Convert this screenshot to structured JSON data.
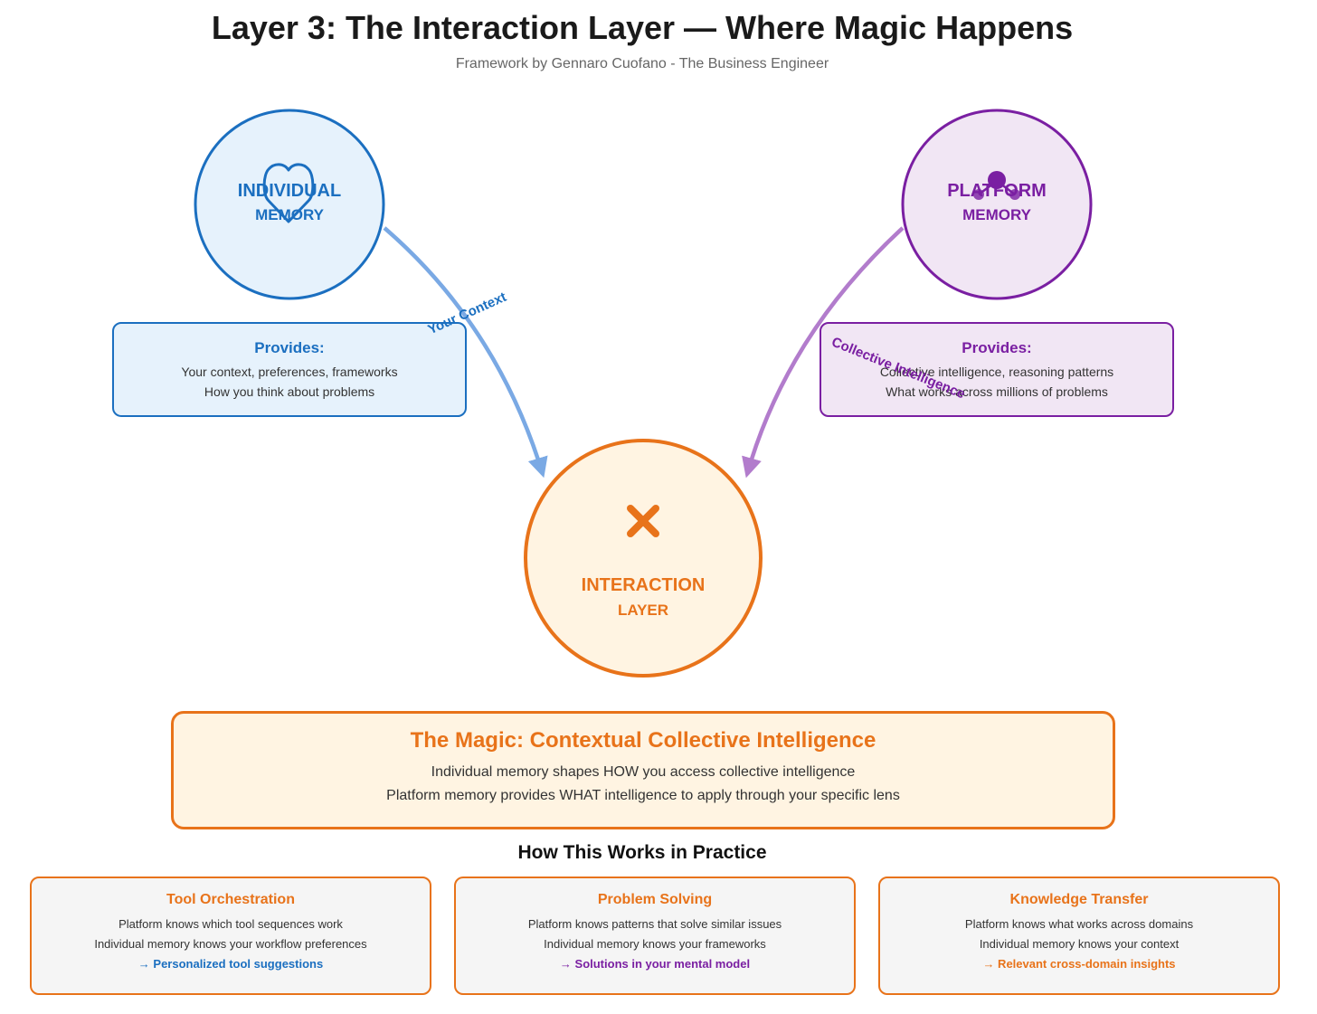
{
  "title": "Layer 3: The Interaction Layer — Where Magic Happens",
  "subtitle": "Framework by Gennaro Cuofano - The Business Engineer",
  "colors": {
    "blue": "#1b6fc0",
    "blue_fill": "#e6f2fc",
    "blue_arrow": "#7aa9e4",
    "purple": "#7a1fa2",
    "purple_fill": "#f1e6f4",
    "purple_arrow": "#b27ccc",
    "orange": "#e8731a",
    "orange_fill": "#fff4e2"
  },
  "individual": {
    "label_line1": "INDIVIDUAL",
    "label_line2": "MEMORY",
    "icon": "heart-icon",
    "provides_heading": "Provides:",
    "provides_lines": [
      "Your context, preferences, frameworks",
      "How you think about problems"
    ],
    "flow_label": "Your Context"
  },
  "platform": {
    "label_line1": "PLATFORM",
    "label_line2": "MEMORY",
    "icon": "network-nodes-icon",
    "provides_heading": "Provides:",
    "provides_lines": [
      "Collective intelligence, reasoning patterns",
      "What works across millions of problems"
    ],
    "flow_label": "Collective Intelligence"
  },
  "interaction": {
    "label_line1": "INTERACTION",
    "label_line2": "LAYER",
    "icon": "multiply-icon"
  },
  "magic": {
    "heading": "The Magic: Contextual Collective Intelligence",
    "lines": [
      "Individual memory shapes HOW you access collective intelligence",
      "Platform memory provides WHAT intelligence to apply through your specific lens"
    ]
  },
  "practice": {
    "title": "How This Works in Practice",
    "cards": [
      {
        "heading": "Tool Orchestration",
        "lines": [
          "Platform knows which tool sequences work",
          "Individual memory knows your workflow preferences"
        ],
        "result": "→ Personalized tool suggestions",
        "result_color": "#1b6fc0"
      },
      {
        "heading": "Problem Solving",
        "lines": [
          "Platform knows patterns that solve similar issues",
          "Individual memory knows your frameworks"
        ],
        "result": "→ Solutions in your mental model",
        "result_color": "#7a1fa2"
      },
      {
        "heading": "Knowledge Transfer",
        "lines": [
          "Platform knows what works across domains",
          "Individual memory knows your context"
        ],
        "result": "→ Relevant cross-domain insights",
        "result_color": "#e8731a"
      }
    ]
  }
}
